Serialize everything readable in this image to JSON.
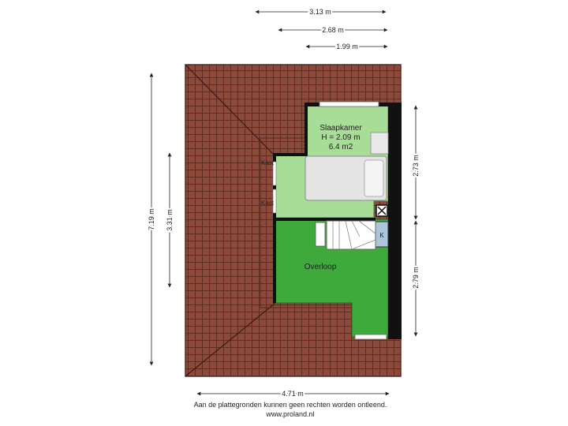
{
  "dimensions": {
    "top_1": "3.13 m",
    "top_2": "2.68 m",
    "top_3": "1.99 m",
    "left_outer": "7.19 m",
    "left_inner": "3.31 m",
    "right_upper": "2.73 m",
    "right_lower": "2.79 m",
    "bottom": "4.71 m"
  },
  "rooms": {
    "bedroom": {
      "name": "Slaapkamer",
      "height": "H = 2.09 m",
      "area": "6.4 m2"
    },
    "landing": {
      "name": "Overloop"
    }
  },
  "labels": {
    "kast_1": "Kast",
    "kast_2": "Kast",
    "k": "K"
  },
  "footer": {
    "disclaimer": "Aan de plattegronden kunnen geen rechten worden ontleend.",
    "website": "www.proland.nl"
  },
  "colors": {
    "roof": "#8b4a3c",
    "roof_line": "#5a2a20",
    "bedroom": "#a8dd98",
    "landing": "#3daa3b",
    "wall": "#111111"
  }
}
